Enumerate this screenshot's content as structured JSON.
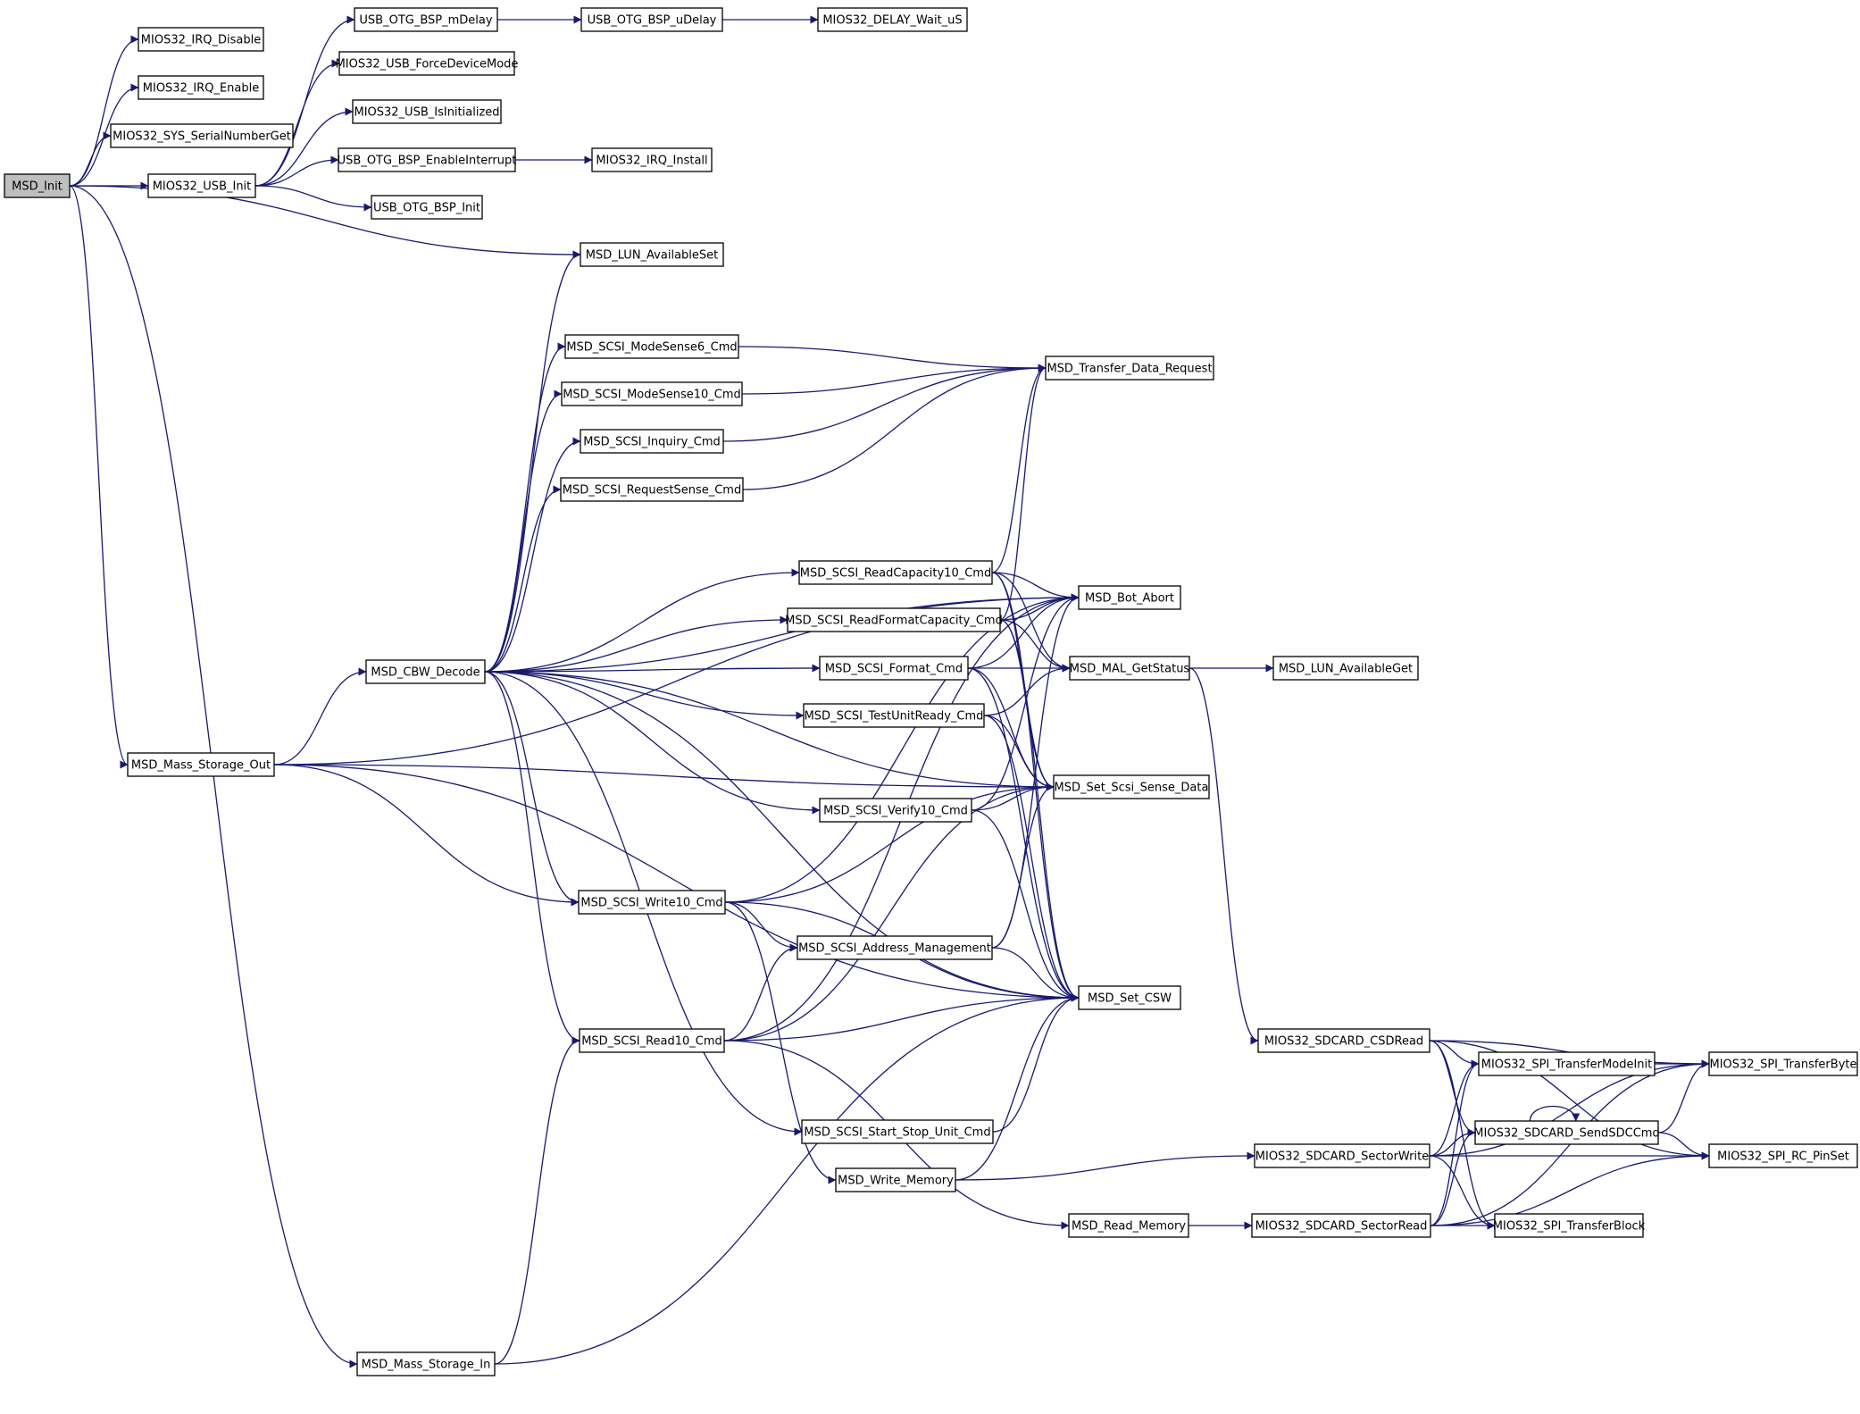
{
  "graph": {
    "root": "MSD_Init",
    "nodes": [
      {
        "id": "MSD_Init",
        "label": "MSD_Init",
        "root": true
      },
      {
        "id": "MIOS32_IRQ_Disable",
        "label": "MIOS32_IRQ_Disable"
      },
      {
        "id": "MIOS32_IRQ_Enable",
        "label": "MIOS32_IRQ_Enable"
      },
      {
        "id": "MIOS32_SYS_SerialNumberGet",
        "label": "MIOS32_SYS_SerialNumberGet"
      },
      {
        "id": "MIOS32_USB_Init",
        "label": "MIOS32_USB_Init"
      },
      {
        "id": "MSD_Mass_Storage_Out",
        "label": "MSD_Mass_Storage_Out"
      },
      {
        "id": "MSD_Mass_Storage_In",
        "label": "MSD_Mass_Storage_In"
      },
      {
        "id": "USB_OTG_BSP_mDelay",
        "label": "USB_OTG_BSP_mDelay"
      },
      {
        "id": "MIOS32_USB_ForceDeviceMode",
        "label": "MIOS32_USB_ForceDeviceMode"
      },
      {
        "id": "MIOS32_USB_IsInitialized",
        "label": "MIOS32_USB_IsInitialized"
      },
      {
        "id": "USB_OTG_BSP_EnableInterrupt",
        "label": "USB_OTG_BSP_EnableInterrupt"
      },
      {
        "id": "USB_OTG_BSP_Init",
        "label": "USB_OTG_BSP_Init"
      },
      {
        "id": "MSD_CBW_Decode",
        "label": "MSD_CBW_Decode"
      },
      {
        "id": "USB_OTG_BSP_uDelay",
        "label": "USB_OTG_BSP_uDelay"
      },
      {
        "id": "MIOS32_IRQ_Install",
        "label": "MIOS32_IRQ_Install"
      },
      {
        "id": "MSD_LUN_AvailableSet",
        "label": "MSD_LUN_AvailableSet"
      },
      {
        "id": "MSD_SCSI_ModeSense6_Cmd",
        "label": "MSD_SCSI_ModeSense6_Cmd"
      },
      {
        "id": "MSD_SCSI_ModeSense10_Cmd",
        "label": "MSD_SCSI_ModeSense10_Cmd"
      },
      {
        "id": "MSD_SCSI_Inquiry_Cmd",
        "label": "MSD_SCSI_Inquiry_Cmd"
      },
      {
        "id": "MSD_SCSI_RequestSense_Cmd",
        "label": "MSD_SCSI_RequestSense_Cmd"
      },
      {
        "id": "MSD_SCSI_Write10_Cmd",
        "label": "MSD_SCSI_Write10_Cmd"
      },
      {
        "id": "MSD_SCSI_Read10_Cmd",
        "label": "MSD_SCSI_Read10_Cmd"
      },
      {
        "id": "MIOS32_DELAY_Wait_uS",
        "label": "MIOS32_DELAY_Wait_uS"
      },
      {
        "id": "MSD_SCSI_ReadCapacity10_Cmd",
        "label": "MSD_SCSI_ReadCapacity10_Cmd"
      },
      {
        "id": "MSD_SCSI_ReadFormatCapacity_Cmd",
        "label": "MSD_SCSI_ReadFormatCapacity_Cmd"
      },
      {
        "id": "MSD_SCSI_Format_Cmd",
        "label": "MSD_SCSI_Format_Cmd"
      },
      {
        "id": "MSD_SCSI_TestUnitReady_Cmd",
        "label": "MSD_SCSI_TestUnitReady_Cmd"
      },
      {
        "id": "MSD_SCSI_Verify10_Cmd",
        "label": "MSD_SCSI_Verify10_Cmd"
      },
      {
        "id": "MSD_SCSI_Address_Management",
        "label": "MSD_SCSI_Address_Management"
      },
      {
        "id": "MSD_SCSI_Start_Stop_Unit_Cmd",
        "label": "MSD_SCSI_Start_Stop_Unit_Cmd"
      },
      {
        "id": "MSD_Write_Memory",
        "label": "MSD_Write_Memory"
      },
      {
        "id": "MSD_Transfer_Data_Request",
        "label": "MSD_Transfer_Data_Request"
      },
      {
        "id": "MSD_Bot_Abort",
        "label": "MSD_Bot_Abort"
      },
      {
        "id": "MSD_MAL_GetStatus",
        "label": "MSD_MAL_GetStatus"
      },
      {
        "id": "MSD_Set_Scsi_Sense_Data",
        "label": "MSD_Set_Scsi_Sense_Data"
      },
      {
        "id": "MSD_Set_CSW",
        "label": "MSD_Set_CSW"
      },
      {
        "id": "MSD_Read_Memory",
        "label": "MSD_Read_Memory"
      },
      {
        "id": "MSD_LUN_AvailableGet",
        "label": "MSD_LUN_AvailableGet"
      },
      {
        "id": "MIOS32_SDCARD_CSDRead",
        "label": "MIOS32_SDCARD_CSDRead"
      },
      {
        "id": "MIOS32_SDCARD_SectorWrite",
        "label": "MIOS32_SDCARD_SectorWrite"
      },
      {
        "id": "MIOS32_SDCARD_SectorRead",
        "label": "MIOS32_SDCARD_SectorRead"
      },
      {
        "id": "MIOS32_SPI_TransferModeInit",
        "label": "MIOS32_SPI_TransferModeInit"
      },
      {
        "id": "MIOS32_SDCARD_SendSDCCmd",
        "label": "MIOS32_SDCARD_SendSDCCmd"
      },
      {
        "id": "MIOS32_SPI_TransferBlock",
        "label": "MIOS32_SPI_TransferBlock"
      },
      {
        "id": "MIOS32_SPI_TransferByte",
        "label": "MIOS32_SPI_TransferByte"
      },
      {
        "id": "MIOS32_SPI_RC_PinSet",
        "label": "MIOS32_SPI_RC_PinSet"
      }
    ],
    "edges": [
      [
        "MSD_Init",
        "MIOS32_IRQ_Disable"
      ],
      [
        "MSD_Init",
        "MIOS32_IRQ_Enable"
      ],
      [
        "MSD_Init",
        "MIOS32_SYS_SerialNumberGet"
      ],
      [
        "MSD_Init",
        "MIOS32_USB_Init"
      ],
      [
        "MSD_Init",
        "MSD_LUN_AvailableSet"
      ],
      [
        "MSD_Init",
        "MSD_Mass_Storage_Out"
      ],
      [
        "MSD_Init",
        "MSD_Mass_Storage_In"
      ],
      [
        "MIOS32_USB_Init",
        "USB_OTG_BSP_mDelay"
      ],
      [
        "MIOS32_USB_Init",
        "MIOS32_USB_ForceDeviceMode"
      ],
      [
        "MIOS32_USB_Init",
        "MIOS32_USB_IsInitialized"
      ],
      [
        "MIOS32_USB_Init",
        "USB_OTG_BSP_EnableInterrupt"
      ],
      [
        "MIOS32_USB_Init",
        "USB_OTG_BSP_Init"
      ],
      [
        "USB_OTG_BSP_mDelay",
        "USB_OTG_BSP_uDelay"
      ],
      [
        "USB_OTG_BSP_uDelay",
        "MIOS32_DELAY_Wait_uS"
      ],
      [
        "USB_OTG_BSP_EnableInterrupt",
        "MIOS32_IRQ_Install"
      ],
      [
        "MSD_Mass_Storage_Out",
        "MSD_Bot_Abort"
      ],
      [
        "MSD_Mass_Storage_Out",
        "MSD_CBW_Decode"
      ],
      [
        "MSD_Mass_Storage_Out",
        "MSD_Set_Scsi_Sense_Data"
      ],
      [
        "MSD_Mass_Storage_Out",
        "MSD_SCSI_Write10_Cmd"
      ],
      [
        "MSD_Mass_Storage_Out",
        "MSD_Set_CSW"
      ],
      [
        "MSD_Mass_Storage_In",
        "MSD_SCSI_Read10_Cmd"
      ],
      [
        "MSD_Mass_Storage_In",
        "MSD_Set_CSW"
      ],
      [
        "MSD_CBW_Decode",
        "MSD_LUN_AvailableSet"
      ],
      [
        "MSD_CBW_Decode",
        "MSD_SCSI_ModeSense6_Cmd"
      ],
      [
        "MSD_CBW_Decode",
        "MSD_SCSI_ModeSense10_Cmd"
      ],
      [
        "MSD_CBW_Decode",
        "MSD_SCSI_Inquiry_Cmd"
      ],
      [
        "MSD_CBW_Decode",
        "MSD_SCSI_RequestSense_Cmd"
      ],
      [
        "MSD_CBW_Decode",
        "MSD_Bot_Abort"
      ],
      [
        "MSD_CBW_Decode",
        "MSD_SCSI_ReadCapacity10_Cmd"
      ],
      [
        "MSD_CBW_Decode",
        "MSD_SCSI_ReadFormatCapacity_Cmd"
      ],
      [
        "MSD_CBW_Decode",
        "MSD_SCSI_Format_Cmd"
      ],
      [
        "MSD_CBW_Decode",
        "MSD_SCSI_TestUnitReady_Cmd"
      ],
      [
        "MSD_CBW_Decode",
        "MSD_Set_Scsi_Sense_Data"
      ],
      [
        "MSD_CBW_Decode",
        "MSD_SCSI_Verify10_Cmd"
      ],
      [
        "MSD_CBW_Decode",
        "MSD_SCSI_Write10_Cmd"
      ],
      [
        "MSD_CBW_Decode",
        "MSD_SCSI_Read10_Cmd"
      ],
      [
        "MSD_CBW_Decode",
        "MSD_SCSI_Start_Stop_Unit_Cmd"
      ],
      [
        "MSD_CBW_Decode",
        "MSD_Set_CSW"
      ],
      [
        "MSD_SCSI_ModeSense6_Cmd",
        "MSD_Transfer_Data_Request"
      ],
      [
        "MSD_SCSI_ModeSense10_Cmd",
        "MSD_Transfer_Data_Request"
      ],
      [
        "MSD_SCSI_Inquiry_Cmd",
        "MSD_Transfer_Data_Request"
      ],
      [
        "MSD_SCSI_RequestSense_Cmd",
        "MSD_Transfer_Data_Request"
      ],
      [
        "MSD_SCSI_ReadCapacity10_Cmd",
        "MSD_Transfer_Data_Request"
      ],
      [
        "MSD_SCSI_ReadCapacity10_Cmd",
        "MSD_Bot_Abort"
      ],
      [
        "MSD_SCSI_ReadCapacity10_Cmd",
        "MSD_MAL_GetStatus"
      ],
      [
        "MSD_SCSI_ReadCapacity10_Cmd",
        "MSD_Set_Scsi_Sense_Data"
      ],
      [
        "MSD_SCSI_ReadCapacity10_Cmd",
        "MSD_Set_CSW"
      ],
      [
        "MSD_SCSI_ReadFormatCapacity_Cmd",
        "MSD_Transfer_Data_Request"
      ],
      [
        "MSD_SCSI_ReadFormatCapacity_Cmd",
        "MSD_Bot_Abort"
      ],
      [
        "MSD_SCSI_ReadFormatCapacity_Cmd",
        "MSD_MAL_GetStatus"
      ],
      [
        "MSD_SCSI_ReadFormatCapacity_Cmd",
        "MSD_Set_Scsi_Sense_Data"
      ],
      [
        "MSD_SCSI_ReadFormatCapacity_Cmd",
        "MSD_Set_CSW"
      ],
      [
        "MSD_SCSI_Format_Cmd",
        "MSD_Bot_Abort"
      ],
      [
        "MSD_SCSI_Format_Cmd",
        "MSD_MAL_GetStatus"
      ],
      [
        "MSD_SCSI_Format_Cmd",
        "MSD_Set_Scsi_Sense_Data"
      ],
      [
        "MSD_SCSI_Format_Cmd",
        "MSD_Set_CSW"
      ],
      [
        "MSD_SCSI_TestUnitReady_Cmd",
        "MSD_MAL_GetStatus"
      ],
      [
        "MSD_SCSI_TestUnitReady_Cmd",
        "MSD_Set_Scsi_Sense_Data"
      ],
      [
        "MSD_SCSI_TestUnitReady_Cmd",
        "MSD_Set_CSW"
      ],
      [
        "MSD_SCSI_Verify10_Cmd",
        "MSD_Bot_Abort"
      ],
      [
        "MSD_SCSI_Verify10_Cmd",
        "MSD_Set_Scsi_Sense_Data"
      ],
      [
        "MSD_SCSI_Verify10_Cmd",
        "MSD_Set_CSW"
      ],
      [
        "MSD_SCSI_Write10_Cmd",
        "MSD_Bot_Abort"
      ],
      [
        "MSD_SCSI_Write10_Cmd",
        "MSD_Set_Scsi_Sense_Data"
      ],
      [
        "MSD_SCSI_Write10_Cmd",
        "MSD_SCSI_Address_Management"
      ],
      [
        "MSD_SCSI_Write10_Cmd",
        "MSD_Set_CSW"
      ],
      [
        "MSD_SCSI_Write10_Cmd",
        "MSD_Write_Memory"
      ],
      [
        "MSD_SCSI_Read10_Cmd",
        "MSD_Bot_Abort"
      ],
      [
        "MSD_SCSI_Read10_Cmd",
        "MSD_SCSI_Address_Management"
      ],
      [
        "MSD_SCSI_Read10_Cmd",
        "MSD_Set_Scsi_Sense_Data"
      ],
      [
        "MSD_SCSI_Read10_Cmd",
        "MSD_Set_CSW"
      ],
      [
        "MSD_SCSI_Read10_Cmd",
        "MSD_Read_Memory"
      ],
      [
        "MSD_SCSI_Address_Management",
        "MSD_Bot_Abort"
      ],
      [
        "MSD_SCSI_Address_Management",
        "MSD_Set_Scsi_Sense_Data"
      ],
      [
        "MSD_SCSI_Address_Management",
        "MSD_Set_CSW"
      ],
      [
        "MSD_SCSI_Start_Stop_Unit_Cmd",
        "MSD_Set_CSW"
      ],
      [
        "MSD_Write_Memory",
        "MSD_Set_CSW"
      ],
      [
        "MSD_Write_Memory",
        "MIOS32_SDCARD_SectorWrite"
      ],
      [
        "MSD_Read_Memory",
        "MIOS32_SDCARD_SectorRead"
      ],
      [
        "MSD_MAL_GetStatus",
        "MSD_LUN_AvailableGet"
      ],
      [
        "MSD_MAL_GetStatus",
        "MIOS32_SDCARD_CSDRead"
      ],
      [
        "MIOS32_SDCARD_CSDRead",
        "MIOS32_SPI_TransferByte"
      ],
      [
        "MIOS32_SDCARD_CSDRead",
        "MIOS32_SPI_TransferModeInit"
      ],
      [
        "MIOS32_SDCARD_CSDRead",
        "MIOS32_SDCARD_SendSDCCmd"
      ],
      [
        "MIOS32_SDCARD_CSDRead",
        "MIOS32_SPI_RC_PinSet"
      ],
      [
        "MIOS32_SDCARD_CSDRead",
        "MIOS32_SPI_TransferBlock"
      ],
      [
        "MIOS32_SDCARD_SectorWrite",
        "MIOS32_SPI_TransferModeInit"
      ],
      [
        "MIOS32_SDCARD_SectorWrite",
        "MIOS32_SDCARD_SendSDCCmd"
      ],
      [
        "MIOS32_SDCARD_SectorWrite",
        "MIOS32_SPI_TransferByte"
      ],
      [
        "MIOS32_SDCARD_SectorWrite",
        "MIOS32_SPI_RC_PinSet"
      ],
      [
        "MIOS32_SDCARD_SectorWrite",
        "MIOS32_SPI_TransferBlock"
      ],
      [
        "MIOS32_SDCARD_SectorRead",
        "MIOS32_SPI_TransferModeInit"
      ],
      [
        "MIOS32_SDCARD_SectorRead",
        "MIOS32_SDCARD_SendSDCCmd"
      ],
      [
        "MIOS32_SDCARD_SectorRead",
        "MIOS32_SPI_TransferBlock"
      ],
      [
        "MIOS32_SDCARD_SectorRead",
        "MIOS32_SPI_TransferByte"
      ],
      [
        "MIOS32_SDCARD_SectorRead",
        "MIOS32_SPI_RC_PinSet"
      ],
      [
        "MIOS32_SDCARD_SendSDCCmd",
        "MIOS32_SDCARD_SendSDCCmd"
      ],
      [
        "MIOS32_SDCARD_SendSDCCmd",
        "MIOS32_SPI_TransferByte"
      ],
      [
        "MIOS32_SDCARD_SendSDCCmd",
        "MIOS32_SPI_RC_PinSet"
      ],
      [
        "MIOS32_SPI_TransferModeInit",
        "MIOS32_SPI_TransferByte"
      ]
    ]
  }
}
